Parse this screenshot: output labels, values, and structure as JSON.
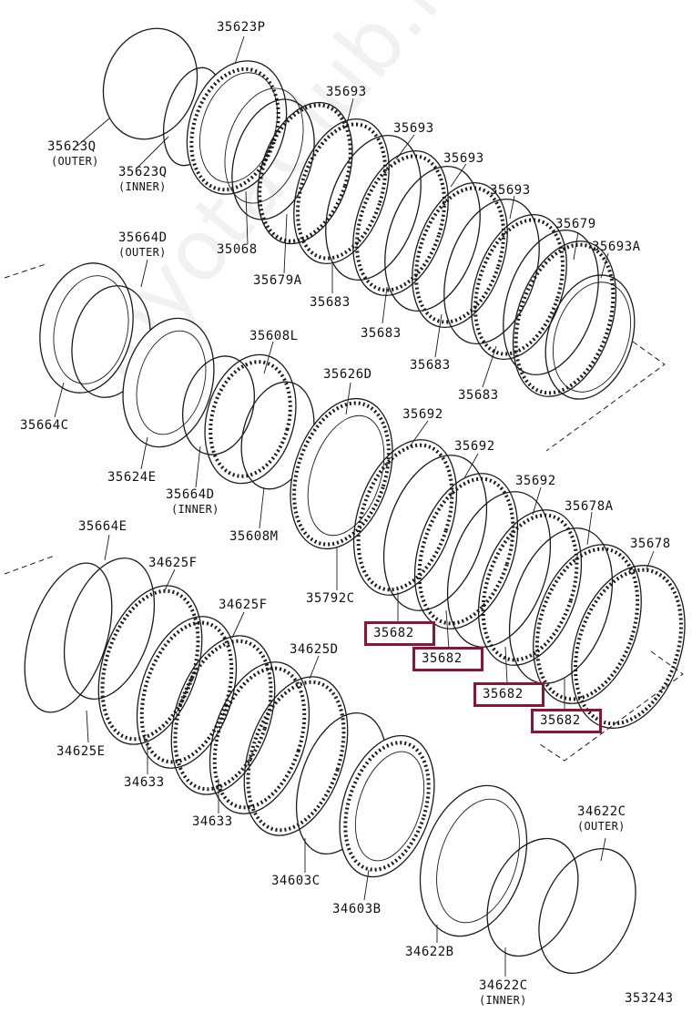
{
  "diagram": {
    "watermark": "ToyotaClub.ru",
    "diagram_number": "353243",
    "accent_color": "#8b1538",
    "labels": {
      "l35623P": "35623P",
      "l35623Q_outer": "35623Q",
      "l35623Q_outer_note": "(OUTER)",
      "l35623Q_inner": "35623Q",
      "l35623Q_inner_note": "(INNER)",
      "l35068": "35068",
      "l35679A": "35679A",
      "l35693_a": "35693",
      "l35693_b": "35693",
      "l35693_c": "35693",
      "l35693_d": "35693",
      "l35679": "35679",
      "l35693A": "35693A",
      "l35683_a": "35683",
      "l35683_b": "35683",
      "l35683_c": "35683",
      "l35683_d": "35683",
      "l35664D_outer": "35664D",
      "l35664D_outer_note": "(OUTER)",
      "l35664C": "35664C",
      "l35624E": "35624E",
      "l35608L": "35608L",
      "l35664D_inner": "35664D",
      "l35664D_inner_note": "(INNER)",
      "l35608M": "35608M",
      "l35626D": "35626D",
      "l35692_a": "35692",
      "l35692_b": "35692",
      "l35692_c": "35692",
      "l35678A": "35678A",
      "l35678": "35678",
      "l35792C": "35792C",
      "l35682_a": "35682",
      "l35682_b": "35682",
      "l35682_c": "35682",
      "l35682_d": "35682",
      "l35664E": "35664E",
      "l34625F_a": "34625F",
      "l34625F_b": "34625F",
      "l34625D": "34625D",
      "l34625E": "34625E",
      "l34633_a": "34633",
      "l34633_b": "34633",
      "l34603C": "34603C",
      "l34603B": "34603B",
      "l34622B": "34622B",
      "l34622C_outer": "34622C",
      "l34622C_outer_note": "(OUTER)",
      "l34622C_inner": "34622C",
      "l34622C_inner_note": "(INNER)"
    }
  }
}
